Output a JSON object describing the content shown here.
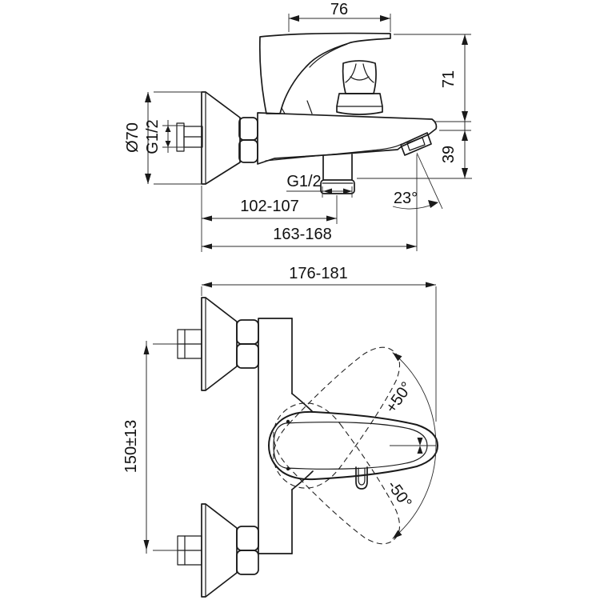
{
  "colors": {
    "background": "#ffffff",
    "line": "#1a1a1a",
    "dimension_line": "#2b2b2b",
    "text": "#111111"
  },
  "side_view": {
    "labels": {
      "handle_width": "76",
      "height_upper": "71",
      "height_lower": "39",
      "flange_diameter": "Ø70",
      "inlet_thread": "G1/2",
      "outlet_thread": "G1/2",
      "wall_to_outlet": "102-107",
      "wall_to_spout": "163-168",
      "spout_angle": "23°"
    }
  },
  "plan_view": {
    "labels": {
      "overall_depth": "176-181",
      "inlet_spacing": "150±13",
      "handle_swing_up": "+50°",
      "handle_swing_down": "-50°"
    }
  }
}
